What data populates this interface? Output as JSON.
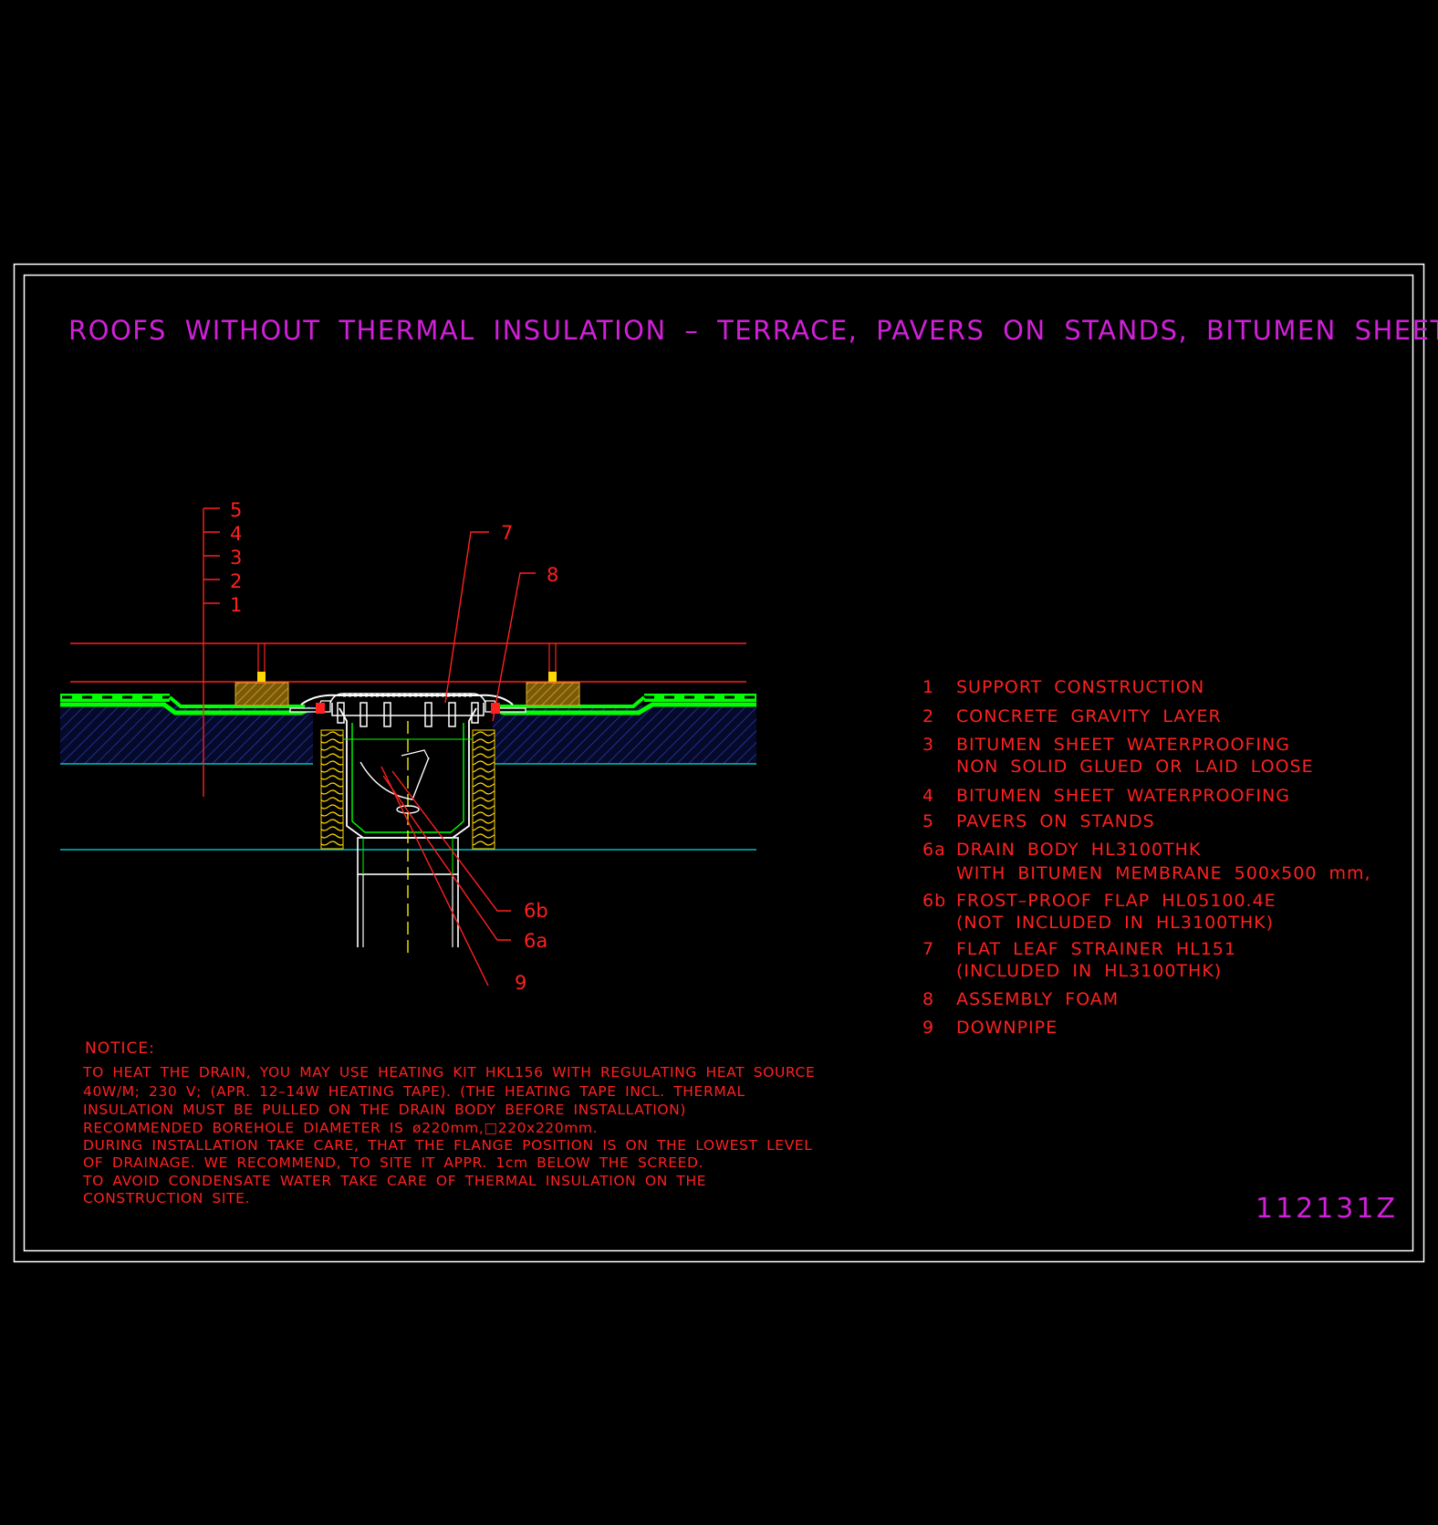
{
  "title": "ROOFS WITHOUT THERMAL INSULATION – TERRACE, PAVERS ON STANDS, BITUMEN SHEETS",
  "drawing_code": "112131Z",
  "callouts_layers": [
    "5",
    "4",
    "3",
    "2",
    "1"
  ],
  "callouts_detail": {
    "c7": "7",
    "c8": "8",
    "c6b": "6b",
    "c6a": "6a",
    "c9": "9"
  },
  "legend": [
    {
      "num": "1",
      "text": "SUPPORT CONSTRUCTION",
      "text2": ""
    },
    {
      "num": "2",
      "text": "CONCRETE GRAVITY LAYER",
      "text2": ""
    },
    {
      "num": "3",
      "text": "BITUMEN SHEET WATERPROOFING",
      "text2": "NON SOLID GLUED OR LAID LOOSE"
    },
    {
      "num": "4",
      "text": "BITUMEN SHEET WATERPROOFING",
      "text2": ""
    },
    {
      "num": "5",
      "text": "PAVERS ON STANDS",
      "text2": ""
    },
    {
      "num": "6a",
      "text": "DRAIN BODY HL3100THK",
      "text2": "WITH BITUMEN MEMBRANE 500x500 mm,"
    },
    {
      "num": "6b",
      "text": "FROST–PROOF FLAP HL05100.4E",
      "text2": "(NOT INCLUDED IN HL3100THK)"
    },
    {
      "num": "7",
      "text": "FLAT LEAF STRAINER HL151",
      "text2": "(INCLUDED IN HL3100THK)"
    },
    {
      "num": "8",
      "text": "ASSEMBLY FOAM",
      "text2": ""
    },
    {
      "num": "9",
      "text": "DOWNPIPE",
      "text2": ""
    }
  ],
  "notice": {
    "heading": "NOTICE:",
    "lines": [
      "TO HEAT THE DRAIN, YOU MAY USE HEATING KIT HKL156 WITH REGULATING HEAT SOURCE",
      "40W/M; 230 V;  (APR. 12–14W HEATING TAPE). (THE HEATING TAPE INCL. THERMAL",
      "INSULATION MUST BE PULLED ON THE DRAIN BODY BEFORE INSTALLATION)",
      "RECOMMENDED BOREHOLE DIAMETER IS ø220mm,□220x220mm.",
      "DURING INSTALLATION TAKE CARE, THAT THE FLANGE POSITION IS ON THE LOWEST LEVEL",
      "OF DRAINAGE. WE RECOMMEND, TO SITE IT APPR. 1cm BELOW THE SCREED.",
      "TO AVOID CONDENSATE WATER TAKE CARE OF THERMAL INSULATION ON THE",
      "CONSTRUCTION SITE."
    ]
  },
  "colors": {
    "background": "#000000",
    "frame": "#ffffff",
    "title": "#d020d8",
    "text": "#ff2020",
    "membrane": "#00ff00",
    "slab_hatch": "#3040c0",
    "slab_edge": "#00c0c0",
    "paver": "#c8a020",
    "insulation": "#ffd700"
  }
}
